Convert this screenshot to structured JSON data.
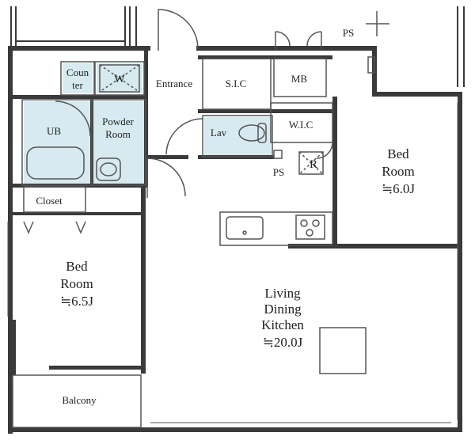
{
  "rooms": {
    "counter_1": "Coun",
    "counter_2": "ter",
    "washer": "W",
    "entrance": "Entrance",
    "sic": "S.I.C",
    "mb": "MB",
    "ps_top": "PS",
    "ub": "UB",
    "powder_1": "Powder",
    "powder_2": "Room",
    "lav": "Lav",
    "wic": "W.I.C",
    "ps_mid": "PS",
    "refrigerator": "R",
    "bed_right_1": "Bed",
    "bed_right_2": "Room",
    "bed_right_3": "≒6.0J",
    "closet": "Closet",
    "bed_left_1": "Bed",
    "bed_left_2": "Room",
    "bed_left_3": "≒6.5J",
    "ldk_1": "Living",
    "ldk_2": "Dining",
    "ldk_3": "Kitchen",
    "ldk_4": "≒20.0J",
    "balcony": "Balcony"
  },
  "colors": {
    "wall": "#3a3a3a",
    "wet_area": "#d6eaf0",
    "floor": "#ffffff",
    "line": "#555555"
  }
}
